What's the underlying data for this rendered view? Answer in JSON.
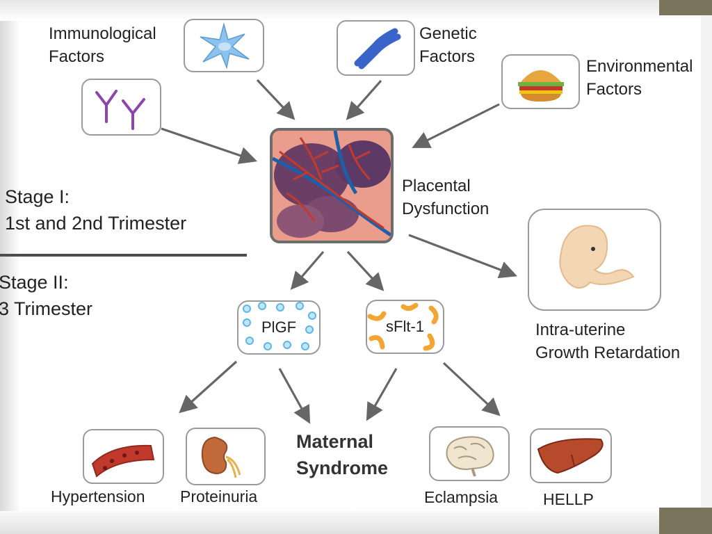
{
  "factors": {
    "immunological": "Immunological\nFactors",
    "genetic": "Genetic\nFactors",
    "environmental": "Environmental\nFactors"
  },
  "center": {
    "label": "Placental\nDysfunction"
  },
  "stages": {
    "stage1": "Stage I:\n1st and 2nd Trimester",
    "stage2": "Stage II:\n3 Trimester"
  },
  "biomarkers": {
    "plgf": "PlGF",
    "sflt1": "sFlt-1"
  },
  "iugr": {
    "label": "Intra-uterine\nGrowth Retardation"
  },
  "maternal_syndrome": "Maternal\nSyndrome",
  "outcomes": {
    "hypertension": "Hypertension",
    "proteinuria": "Proteinuria",
    "eclampsia": "Eclampsia",
    "hellp": "HELLP"
  },
  "colors": {
    "arrow": "#666666",
    "accent": "#7a745c",
    "antibody": "#8e44ad",
    "cell": "#7db8e8",
    "chromosome": "#3a64c9",
    "sflt_arc": "#f3a533",
    "plgf_dot": "#5fb6e6"
  }
}
